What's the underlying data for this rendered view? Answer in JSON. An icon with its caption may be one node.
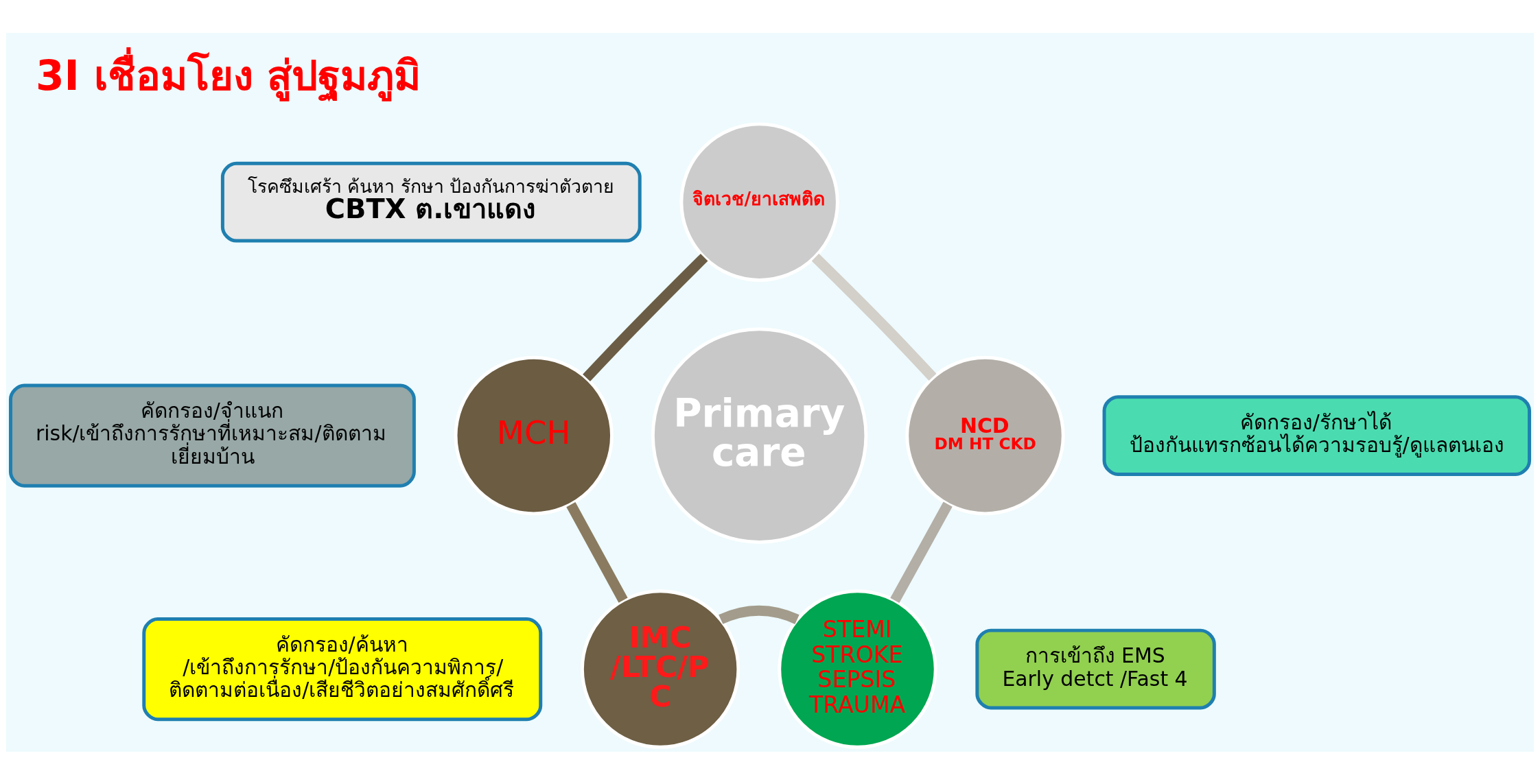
{
  "diagram": {
    "title": "3I เชื่อมโยง สู่ปฐมภูมิ",
    "nodes": [
      {
        "text": [
          "โรคซึมเศร้า ค้นหา รักษา ป้องกันการฆ่าตัวตาย",
          "CBTX ต.เขาแดง"
        ]
      },
      {
        "text": [
          "จิตเวช/ยาเสพติด"
        ]
      },
      {
        "text": [
          "คัดกรอง/จำแนก risk/เข้าถึงการรักษาที่เหมาะสม/ติดตาม เยี่ยมบ้าน"
        ]
      },
      {
        "text": [
          "MCH"
        ]
      },
      {
        "text": [
          "NCD",
          "DM HT CKD"
        ]
      },
      {
        "text": [
          "คัดกรอง/รักษาได้ ป้องกันแทรกซ้อนได้ความรอบรู้/ดูแลตนเอง"
        ]
      },
      {
        "text": [
          "Primary care"
        ]
      },
      {
        "text": [
          "คัดกรอง/ค้นหา /เข้าถึงการรักษา/ป้องกันความพิการ/ติดตามต่อเนื่อง/เสียชีวิตอย่างสมศักดิ์ศรี"
        ]
      },
      {
        "text": [
          "IMC /LTC/P C"
        ]
      },
      {
        "text": [
          "STEMI STROKE SEPSIS TRAUMA"
        ]
      },
      {
        "text": [
          "การเข้าถึง EMS",
          "Early detct /Fast 4"
        ]
      }
    ],
    "edges": [
      {
        "from": 3,
        "to": 1,
        "arrow": "none",
        "color": "#6b5d45"
      },
      {
        "from": 1,
        "to": 4,
        "arrow": "none",
        "color": "#d3cfc9"
      },
      {
        "from": 4,
        "to": 9,
        "arrow": "none",
        "color": "#b3aea6"
      },
      {
        "from": 9,
        "to": 8,
        "arrow": "none",
        "color": "#a39c8c"
      },
      {
        "from": 8,
        "to": 3,
        "arrow": "none",
        "color": "#8a7b60"
      }
    ]
  }
}
